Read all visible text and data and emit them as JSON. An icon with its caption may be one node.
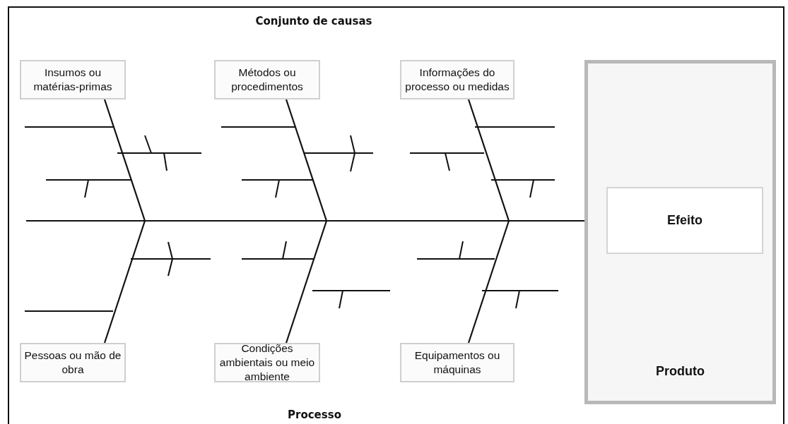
{
  "diagram": {
    "nodes": [
      {
        "text": [
          "Insumos ou matérias-primas"
        ]
      },
      {
        "text": [
          "Métodos ou procedimentos"
        ]
      },
      {
        "text": [
          "Informações do processo ou medidas"
        ]
      },
      {
        "text": [
          "Produto"
        ]
      },
      {
        "text": [
          "Efeito"
        ],
        "in": 3
      },
      {
        "text": [
          "Pessoas ou mão de obra"
        ]
      },
      {
        "text": [
          "Condições ambientais ou meio ambiente"
        ]
      },
      {
        "text": [
          "Equipamentos ou máquinas"
        ]
      }
    ],
    "edges": [
      {
        "from": null,
        "to": 4,
        "arrow": "none"
      },
      {
        "from": 0,
        "to": null,
        "arrow": "none"
      },
      {
        "from": 1,
        "to": null,
        "arrow": "none"
      },
      {
        "from": 2,
        "to": null,
        "arrow": "none"
      },
      {
        "from": 5,
        "to": null,
        "arrow": "none"
      },
      {
        "from": 6,
        "to": null,
        "arrow": "none"
      },
      {
        "from": 7,
        "to": null,
        "arrow": "none"
      }
    ],
    "labels": [
      "Conjunto de causas",
      "Processo"
    ]
  }
}
